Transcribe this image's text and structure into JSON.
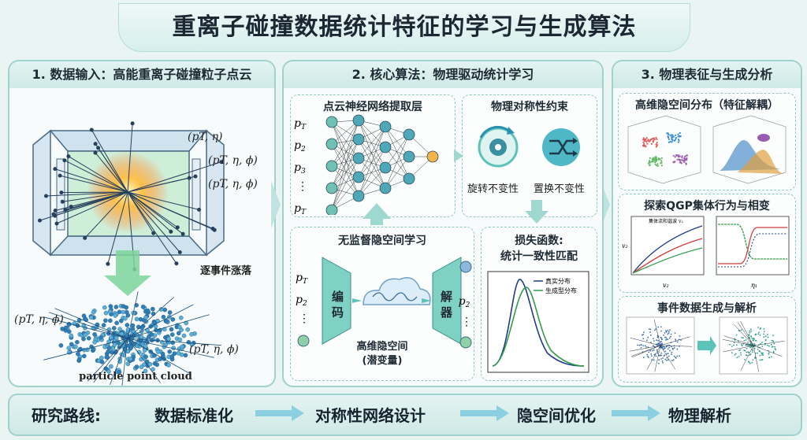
{
  "title": "重离子碰撞数据统计特征的学习与生成算法",
  "panels": {
    "p1": {
      "title": "1. 数据输入：高能重离子碰撞粒子点云",
      "fluct_label": "逐事件涨落",
      "cloud_label": "particle point cloud",
      "tuple_a": "(pT, η)",
      "tuple_b": "(pT, η, ϕ)"
    },
    "p2": {
      "title": "2. 核心算法：物理驱动统计学习",
      "nn_title": "点云神经网络提取层",
      "sym_title": "物理对称性约束",
      "rot_label": "旋转不变性",
      "perm_label": "置换不变性",
      "latent_title": "无监督隐空间学习",
      "encoder": "编码",
      "decoder": "解器",
      "latent_caption1": "高维隐空间",
      "latent_caption2": "(潜变量)",
      "loss_title1": "损失函数:",
      "loss_title2": "统计一致性匹配",
      "legend_true": "真实分布",
      "legend_gen": "生成型分布"
    },
    "p3": {
      "title": "3. 物理表征与生成分析",
      "s1": "高维隐空间分布（特征解耦）",
      "s2": "探索QGP集体行为与相变",
      "s3": "事件数据生成与解析",
      "plot_title": "集体流和谐波 v₂"
    }
  },
  "route": {
    "label": "研究路线:",
    "steps": [
      "数据标准化",
      "对称性网络设计",
      "隐空间优化",
      "物理解析"
    ]
  },
  "colors": {
    "accent": "#5cc3b8",
    "line_dark": "#1f3b8c",
    "line_green": "#2e9e4a",
    "line_red": "#d43c3c"
  }
}
